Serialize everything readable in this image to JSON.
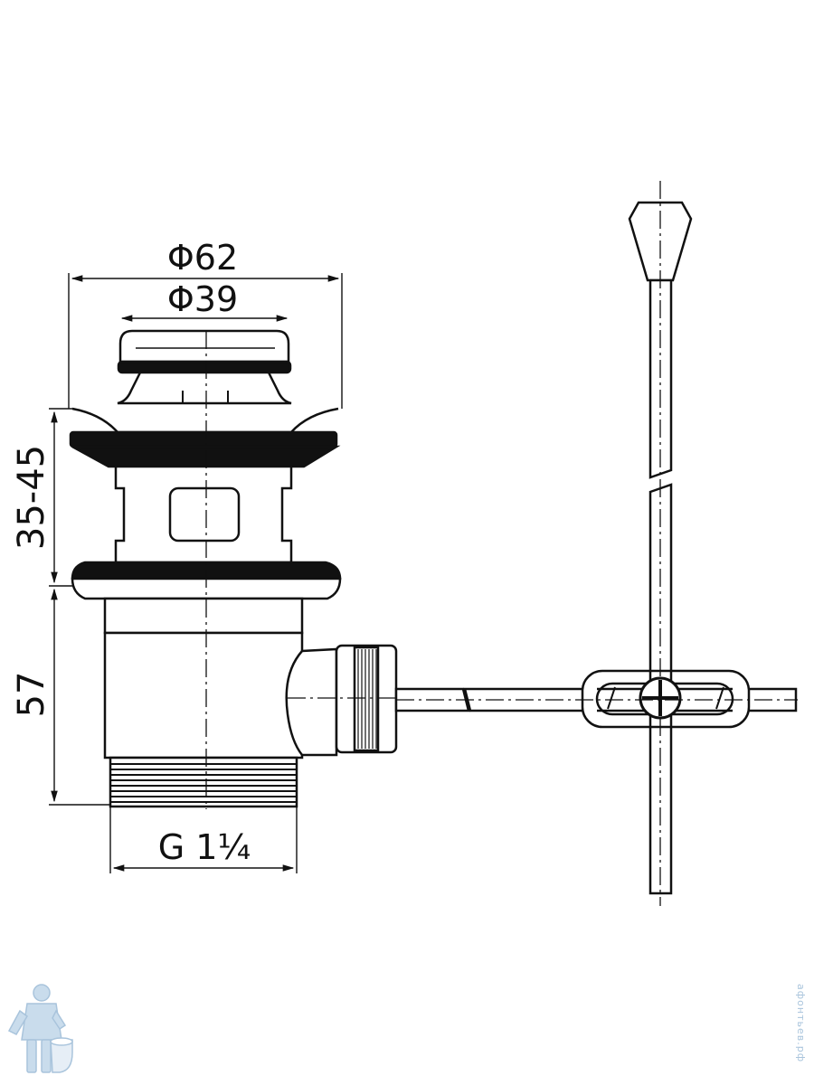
{
  "dimensions": {
    "outer_diameter": "Φ62",
    "inner_diameter": "Φ39",
    "height_range": "35-45",
    "body_height": "57",
    "thread": "G 1¼"
  },
  "watermark": {
    "text": "афонтьев.рф",
    "logo": "plumber-mascot"
  },
  "colors": {
    "line": "#111111",
    "watermark": "#a9c4dc"
  }
}
